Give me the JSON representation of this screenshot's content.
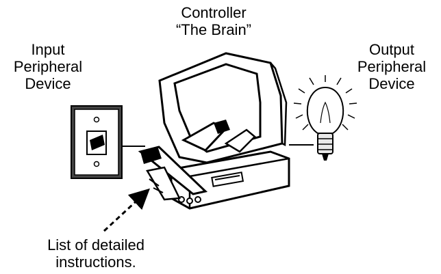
{
  "diagram": {
    "controller": {
      "line1": "Controller",
      "line2": "“The Brain”"
    },
    "input": {
      "line1": "Input",
      "line2": "Peripheral",
      "line3": "Device"
    },
    "output": {
      "line1": "Output",
      "line2": "Peripheral",
      "line3": "Device"
    },
    "instructions": {
      "line1": "List of detailed",
      "line2": "instructions."
    }
  },
  "colors": {
    "ink": "#000000",
    "background": "#ffffff"
  },
  "icons": [
    "light-switch-icon",
    "computer-robot-icon",
    "light-bulb-icon",
    "dashed-arrow-icon"
  ]
}
